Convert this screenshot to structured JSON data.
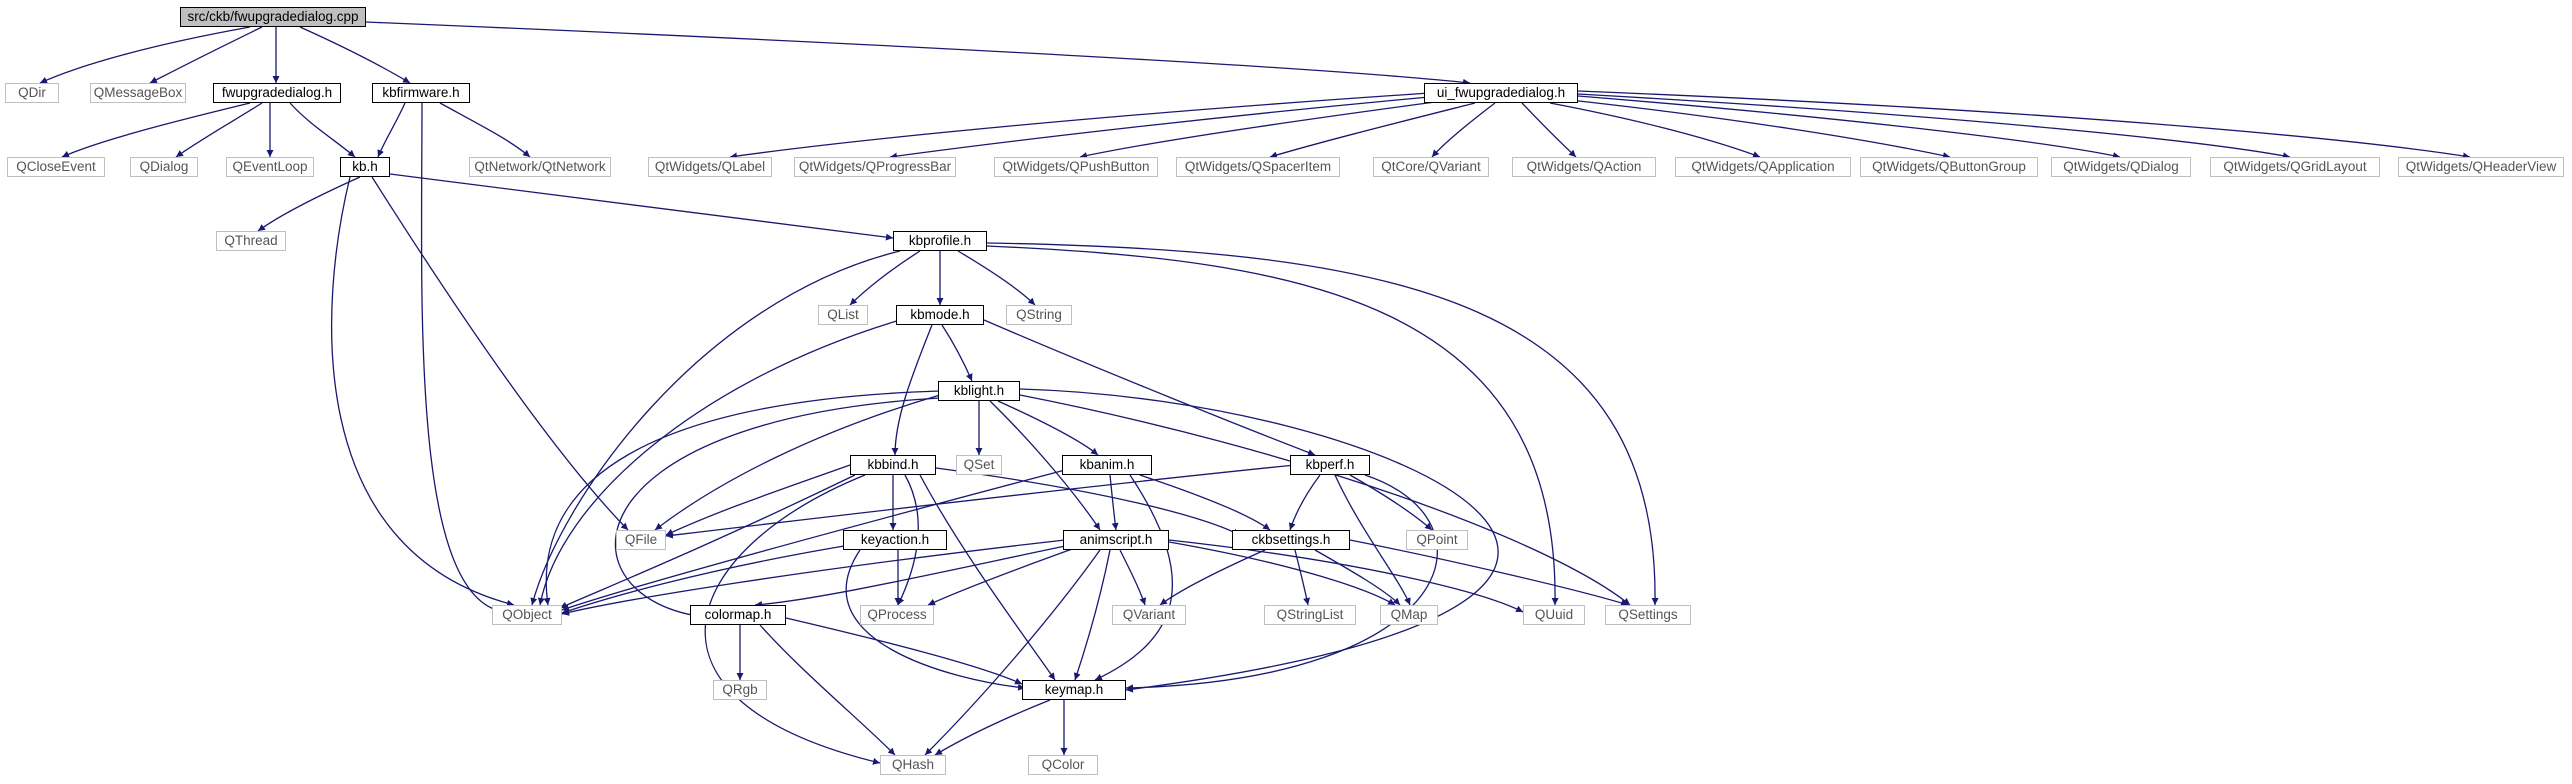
{
  "graph_title": "src/ckb/fwupgradedialog.cpp",
  "colors": {
    "edge": "#191970",
    "internal_border": "#000000",
    "external_border": "#bfbfbf",
    "root_fill": "#bfbfbf",
    "external_text": "#555555"
  },
  "nodes": {
    "root": "src/ckb/fwupgradedialog.cpp",
    "qdir": "QDir",
    "qmessagebox": "QMessageBox",
    "fwupgradedialog_h": "fwupgradedialog.h",
    "kbfirmware_h": "kbfirmware.h",
    "ui_fwupgradedialog_h": "ui_fwupgradedialog.h",
    "qcloseevent": "QCloseEvent",
    "qdialog": "QDialog",
    "qeventloop": "QEventLoop",
    "kb_h": "kb.h",
    "qtnetwork": "QtNetwork/QtNetwork",
    "qw_qlabel": "QtWidgets/QLabel",
    "qw_qprogressbar": "QtWidgets/QProgressBar",
    "qw_qpushbutton": "QtWidgets/QPushButton",
    "qw_qspaceritem": "QtWidgets/QSpacerItem",
    "qc_qvariant": "QtCore/QVariant",
    "qw_qaction": "QtWidgets/QAction",
    "qw_qapplication": "QtWidgets/QApplication",
    "qw_qbuttongroup": "QtWidgets/QButtonGroup",
    "qw_qdialog": "QtWidgets/QDialog",
    "qw_qgridlayout": "QtWidgets/QGridLayout",
    "qw_qheaderview": "QtWidgets/QHeaderView",
    "qthread": "QThread",
    "kbprofile_h": "kbprofile.h",
    "qlist": "QList",
    "kbmode_h": "kbmode.h",
    "qstring": "QString",
    "kblight_h": "kblight.h",
    "kbbind_h": "kbbind.h",
    "qset": "QSet",
    "kbanim_h": "kbanim.h",
    "kbperf_h": "kbperf.h",
    "qfile": "QFile",
    "keyaction_h": "keyaction.h",
    "animscript_h": "animscript.h",
    "ckbsettings_h": "ckbsettings.h",
    "qpoint": "QPoint",
    "qobject": "QObject",
    "colormap_h": "colormap.h",
    "qprocess": "QProcess",
    "qvariant": "QVariant",
    "qstringlist": "QStringList",
    "qmap": "QMap",
    "quuid": "QUuid",
    "qsettings": "QSettings",
    "qrgb": "QRgb",
    "keymap_h": "keymap.h",
    "qhash": "QHash",
    "qcolor": "QColor"
  }
}
